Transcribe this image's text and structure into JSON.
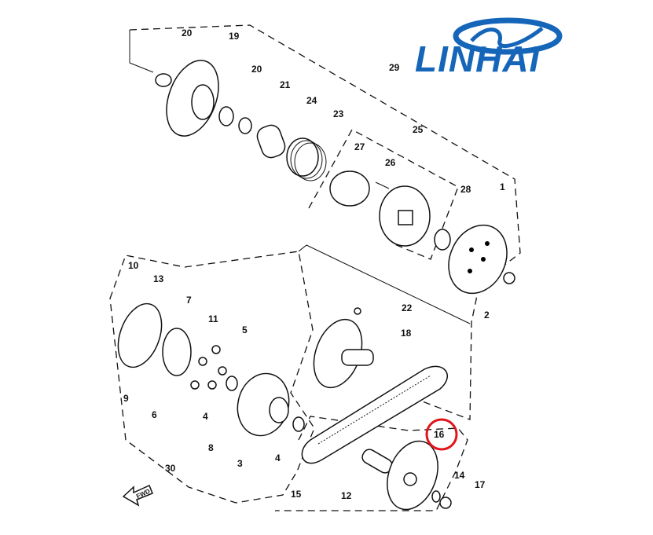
{
  "logo": {
    "text": "LINHAI",
    "color": "#1565b8"
  },
  "fwd_arrow": {
    "label": "FWD"
  },
  "highlight": {
    "callout": "16",
    "color": "#e0151b"
  },
  "callouts": [
    "20",
    "19",
    "20",
    "21",
    "24",
    "23",
    "29",
    "25",
    "27",
    "26",
    "28",
    "1",
    "2",
    "22",
    "18",
    "10",
    "13",
    "7",
    "11",
    "5",
    "9",
    "6",
    "4",
    "8",
    "3",
    "4",
    "30",
    "15",
    "12",
    "16",
    "14",
    "17"
  ]
}
